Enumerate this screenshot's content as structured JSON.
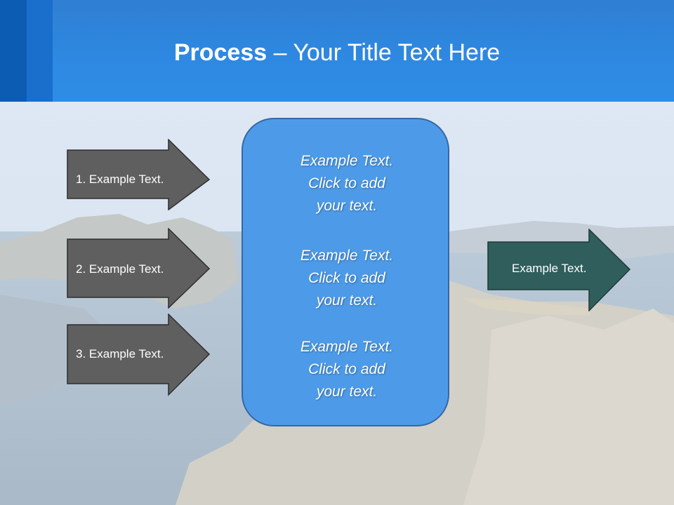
{
  "slide": {
    "title_bold": "Process",
    "title_rest": " – Your Title Text Here"
  },
  "inputs": [
    {
      "label": "1. Example Text."
    },
    {
      "label": "2. Example Text."
    },
    {
      "label": "3. Example Text."
    }
  ],
  "center": {
    "blocks": [
      {
        "lines": [
          "Example Text.",
          "Click  to add",
          "your text."
        ]
      },
      {
        "lines": [
          "Example Text.",
          "Click  to add",
          "your text."
        ]
      },
      {
        "lines": [
          "Example Text.",
          "Click  to add",
          "your text."
        ]
      }
    ]
  },
  "output": {
    "label": "Example Text."
  },
  "colors": {
    "header": "#2e89e2",
    "input_arrow": "#5f5f5f",
    "center_box": "#4d9be8",
    "output_arrow": "#2f5e5c"
  }
}
